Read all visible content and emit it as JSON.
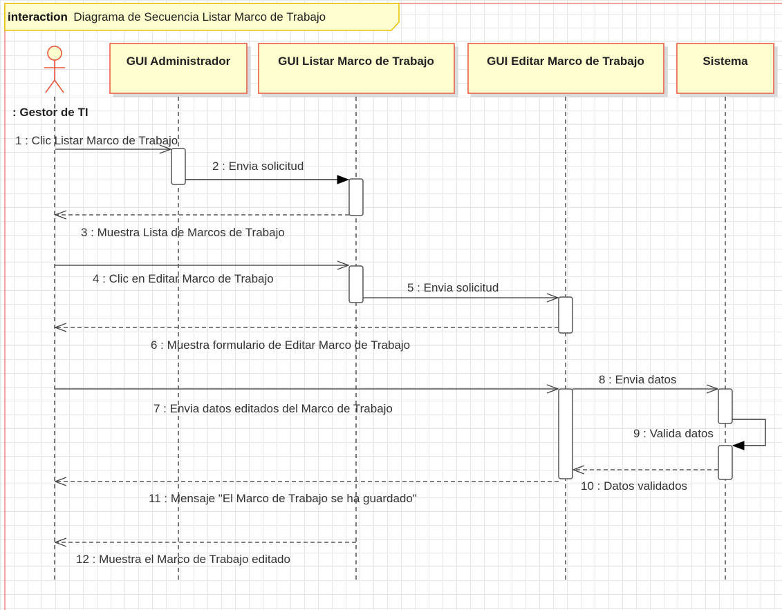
{
  "frame": {
    "keyword": "interaction",
    "title": "Diagrama de Secuencia Listar Marco de Trabajo"
  },
  "actor": {
    "name": ": Gestor de TI",
    "icon": "stick-figure-icon"
  },
  "lifelines": [
    {
      "id": "gui-admin",
      "label": "GUI Administrador"
    },
    {
      "id": "gui-listar",
      "label": "GUI Listar Marco de Trabajo"
    },
    {
      "id": "gui-editar",
      "label": "GUI Editar Marco de Trabajo"
    },
    {
      "id": "sistema",
      "label": "Sistema"
    }
  ],
  "messages": [
    {
      "n": 1,
      "text": "1 : Clic Listar Marco de Trabajo",
      "from": "actor",
      "to": "gui-admin",
      "kind": "async"
    },
    {
      "n": 2,
      "text": "2 : Envia solicitud",
      "from": "gui-admin",
      "to": "gui-listar",
      "kind": "sync"
    },
    {
      "n": 3,
      "text": "3 : Muestra Lista de Marcos de Trabajo",
      "from": "gui-listar",
      "to": "actor",
      "kind": "return"
    },
    {
      "n": 4,
      "text": "4 : Clic en Editar Marco de Trabajo",
      "from": "actor",
      "to": "gui-listar",
      "kind": "async"
    },
    {
      "n": 5,
      "text": "5 : Envia solicitud",
      "from": "gui-listar",
      "to": "gui-editar",
      "kind": "async"
    },
    {
      "n": 6,
      "text": "6 : Muestra formulario de Editar Marco de Trabajo",
      "from": "gui-editar",
      "to": "actor",
      "kind": "return"
    },
    {
      "n": 7,
      "text": "7 : Envia datos editados del Marco de Trabajo",
      "from": "actor",
      "to": "gui-editar",
      "kind": "async"
    },
    {
      "n": 8,
      "text": "8 : Envia datos",
      "from": "gui-editar",
      "to": "sistema",
      "kind": "async"
    },
    {
      "n": 9,
      "text": "9 : Valida datos",
      "from": "sistema",
      "to": "sistema",
      "kind": "self"
    },
    {
      "n": 10,
      "text": "10 : Datos validados",
      "from": "sistema",
      "to": "gui-editar",
      "kind": "return"
    },
    {
      "n": 11,
      "text": "11 : Mensaje \"El Marco de Trabajo se ha guardado\"",
      "from": "gui-editar",
      "to": "actor",
      "kind": "return"
    },
    {
      "n": 12,
      "text": "12 : Muestra el Marco de Trabajo editado",
      "from": "gui-listar",
      "to": "actor",
      "kind": "return"
    }
  ],
  "colors": {
    "box_fill": "#fefece",
    "box_border": "#e8533a",
    "frame_border": "#f08080",
    "title_tab_fill": "#fefece",
    "title_tab_border": "#e8c000",
    "actor_stroke": "#e8533a",
    "line": "#555555"
  }
}
